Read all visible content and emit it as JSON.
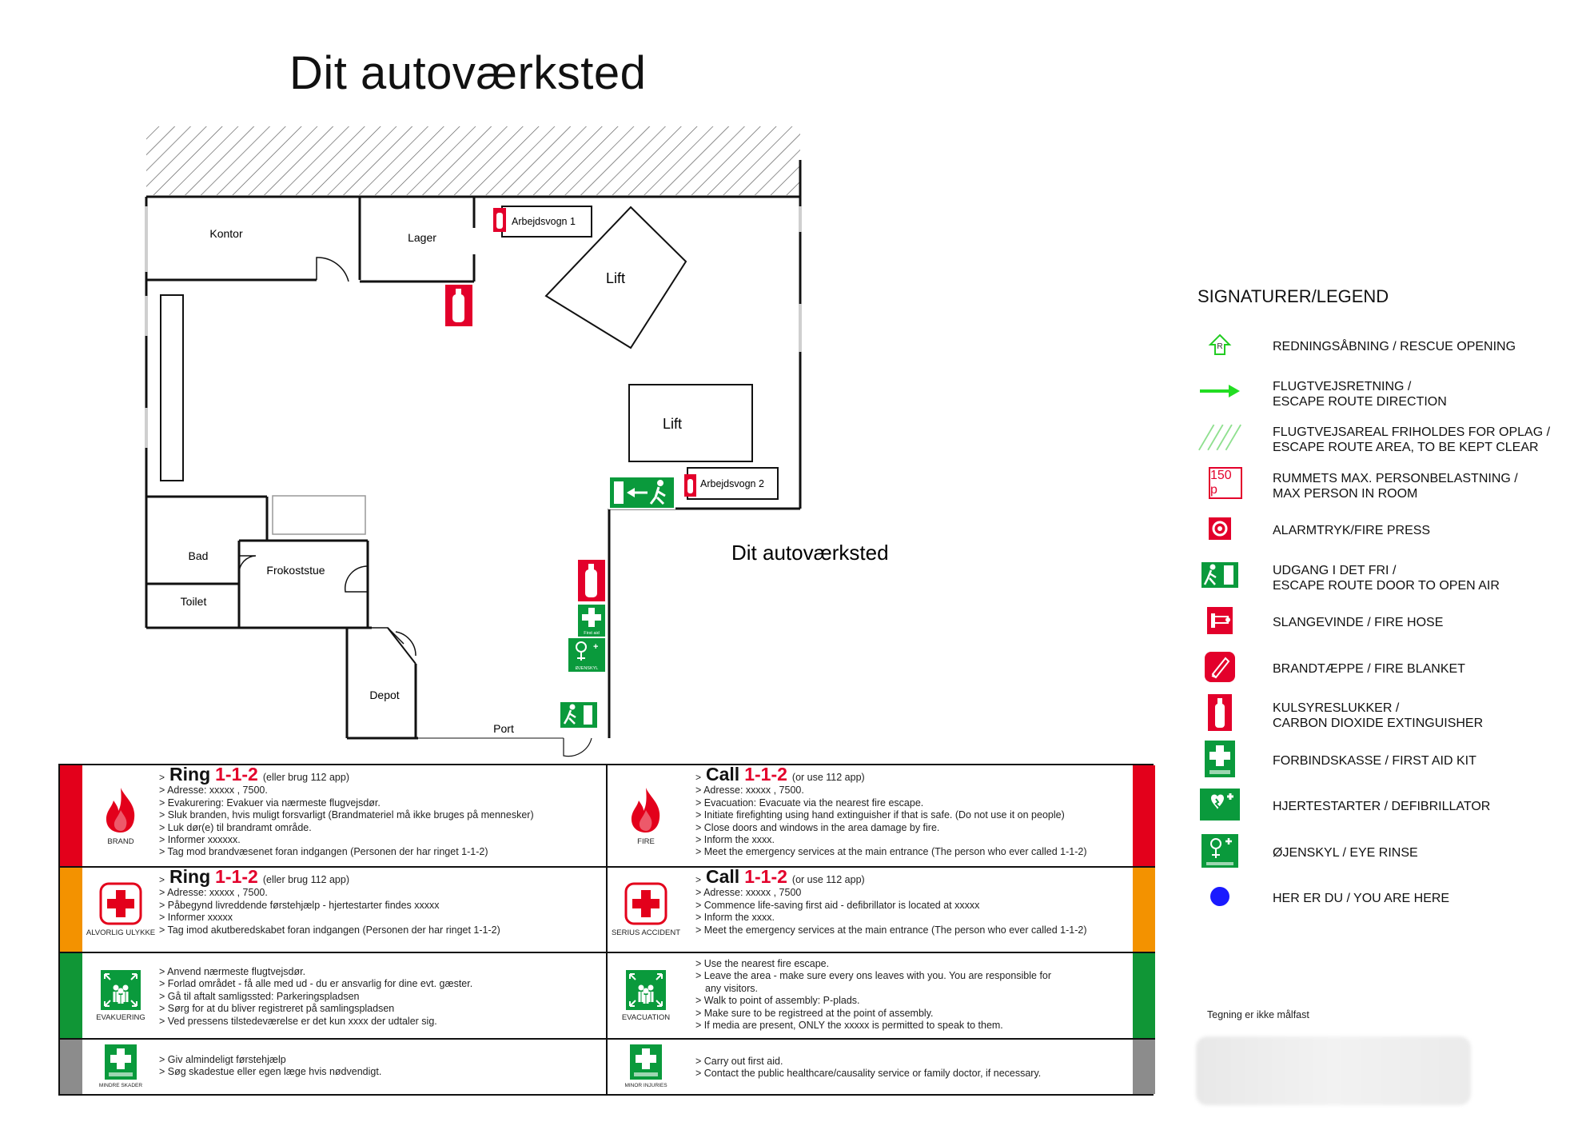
{
  "title": "Dit autoværksted",
  "plan": {
    "rooms": {
      "kontor": "Kontor",
      "lager": "Lager",
      "lift1": "Lift",
      "lift2": "Lift",
      "bad": "Bad",
      "frokoststue": "Frokoststue",
      "toilet": "Toilet",
      "depot": "Depot",
      "port": "Port",
      "arbejdsvogn1": "Arbejdsvogn 1",
      "arbejdsvogn2": "Arbejdsvogn 2",
      "workshop_label": "Dit autoværksted"
    },
    "sign_text": {
      "first_aid": "First aid",
      "eye_rinse": "ØJENSKYL"
    }
  },
  "emergency": {
    "rows": [
      {
        "color": "#e3001b",
        "left": {
          "icon": "fire-icon",
          "label": "BRAND",
          "head": {
            "word": "Ring",
            "num": "1-1-2",
            "note": "(eller brug 112 app)"
          },
          "lines": [
            "> Adresse: xxxxx , 7500.",
            "> Evakurering: Evakuer via nærmeste flugvejsdør.",
            "> Sluk branden, hvis muligt forsvarligt (Brandmateriel  må ikke bruges på mennesker)",
            "> Luk dør(e) til brandramt område.",
            "> Informer xxxxxx.",
            "> Tag mod brandvæsenet foran indgangen (Personen der har ringet 1-1-2)"
          ]
        },
        "right": {
          "icon": "fire-icon",
          "label": "FIRE",
          "head": {
            "word": "Call",
            "num": "1-1-2",
            "note": "(or use 112 app)"
          },
          "lines": [
            "> Adresse: xxxxx , 7500.",
            "> Evacuation: Evacuate via the nearest fire escape.",
            "> Initiate firefighting using hand extinguisher if that is safe. (Do not use it on people)",
            "> Close doors and windows in the area damage by fire.",
            "> Inform the xxxx.",
            "> Meet the emergency services at the main entrance (The person who ever called 1-1-2)"
          ]
        }
      },
      {
        "color": "#f39200",
        "left": {
          "icon": "first-aid-cross-icon",
          "label": "ALVORLIG ULYKKE",
          "head": {
            "word": "Ring",
            "num": "1-1-2",
            "note": "(eller brug 112 app)"
          },
          "lines": [
            "> Adresse: xxxxx , 7500.",
            "> Påbegynd livreddende førstehjælp - hjertestarter findes xxxxx",
            "> Informer xxxxx",
            "> Tag imod akutberedskabet foran indgangen (Personen der har ringet 1-1-2)"
          ]
        },
        "right": {
          "icon": "first-aid-cross-icon",
          "label": "SERIUS ACCIDENT",
          "head": {
            "word": "Call",
            "num": "1-1-2",
            "note": "(or use 112 app)"
          },
          "lines": [
            "> Adresse: xxxxx , 7500",
            "> Commence life-saving first aid - defibrillator is located at xxxxx",
            "> Inform the xxxx.",
            "> Meet the emergency services at the main entrance (The person who ever called 1-1-2)"
          ]
        }
      },
      {
        "color": "#109636",
        "left": {
          "icon": "assembly-point-icon",
          "label": "EVAKUERING",
          "lines": [
            "> Anvend nærmeste flugtvejsdør.",
            "> Forlad området - få alle med ud - du er ansvarlig for dine evt. gæster.",
            "> Gå til aftalt samligssted: Parkeringspladsen",
            "> Sørg for at du bliver registreret på samlingspladsen",
            "> Ved pressens tilstedeværelse er det kun xxxx der udtaler sig."
          ]
        },
        "right": {
          "icon": "assembly-point-icon",
          "label": "EVACUATION",
          "lines": [
            "> Use the nearest fire escape.",
            "> Leave the area - make sure every ons leaves with you. You are responsible for",
            "any visitors.",
            "> Walk to point of assembly: P-plads.",
            "> Make sure to be registreed at the point of assembly.",
            "> If media are present, ONLY the xxxxx is permitted to speak to them."
          ]
        }
      },
      {
        "color": "#8c8c8c",
        "left": {
          "icon": "first-aid-kit-icon",
          "label": "MINDRE SKADER",
          "lines": [
            "> Giv almindeligt førstehjælp",
            "> Søg skadestue eller egen læge hvis nødvendigt."
          ]
        },
        "right": {
          "icon": "first-aid-kit-icon",
          "label": "MINOR INJURIES",
          "lines": [
            "> Carry out first aid.",
            "> Contact the public healthcare/causality service or family doctor, if necessary."
          ]
        }
      }
    ]
  },
  "legend": {
    "title": "SIGNATURER/LEGEND",
    "items": [
      {
        "icon": "rescue-opening-icon",
        "lines": [
          "REDNINGSÅBNING / RESCUE OPENING"
        ]
      },
      {
        "icon": "escape-arrow-icon",
        "lines": [
          "FLUGTVEJSRETNING /",
          "ESCAPE ROUTE DIRECTION"
        ]
      },
      {
        "icon": "hatched-area-icon",
        "lines": [
          "FLUGTVEJSAREAL FRIHOLDES FOR OPLAG /",
          "ESCAPE ROUTE AREA, TO BE KEPT CLEAR"
        ]
      },
      {
        "icon": "max-persons-icon",
        "badge": "150 p",
        "lines": [
          "RUMMETS MAX. PERSONBELASTNING /",
          "MAX PERSON IN ROOM"
        ]
      },
      {
        "icon": "fire-alarm-icon",
        "lines": [
          "ALARMTRYK/FIRE PRESS"
        ]
      },
      {
        "icon": "exit-door-icon",
        "lines": [
          "UDGANG I DET FRI /",
          "ESCAPE ROUTE DOOR TO OPEN AIR"
        ]
      },
      {
        "icon": "fire-hose-icon",
        "lines": [
          "SLANGEVINDE / FIRE HOSE"
        ]
      },
      {
        "icon": "fire-blanket-icon",
        "lines": [
          "BRANDTÆPPE / FIRE BLANKET"
        ]
      },
      {
        "icon": "extinguisher-icon",
        "lines": [
          "KULSYRESLUKKER /",
          "CARBON DIOXIDE EXTINGUISHER"
        ]
      },
      {
        "icon": "first-aid-kit-icon",
        "lines": [
          "FORBINDSKASSE / FIRST AID KIT"
        ]
      },
      {
        "icon": "defibrillator-icon",
        "lines": [
          "HJERTESTARTER / DEFIBRILLATOR"
        ]
      },
      {
        "icon": "eye-rinse-icon",
        "lines": [
          "ØJENSKYL / EYE RINSE"
        ]
      },
      {
        "icon": "you-are-here-icon",
        "lines": [
          "HER ER DU / YOU ARE HERE"
        ]
      }
    ],
    "note": "Tegning er ikke målfast"
  },
  "colors": {
    "red": "#e3002b",
    "green": "#0a9a3c",
    "bright_green": "#22dd22",
    "blue": "#1a1aff"
  }
}
